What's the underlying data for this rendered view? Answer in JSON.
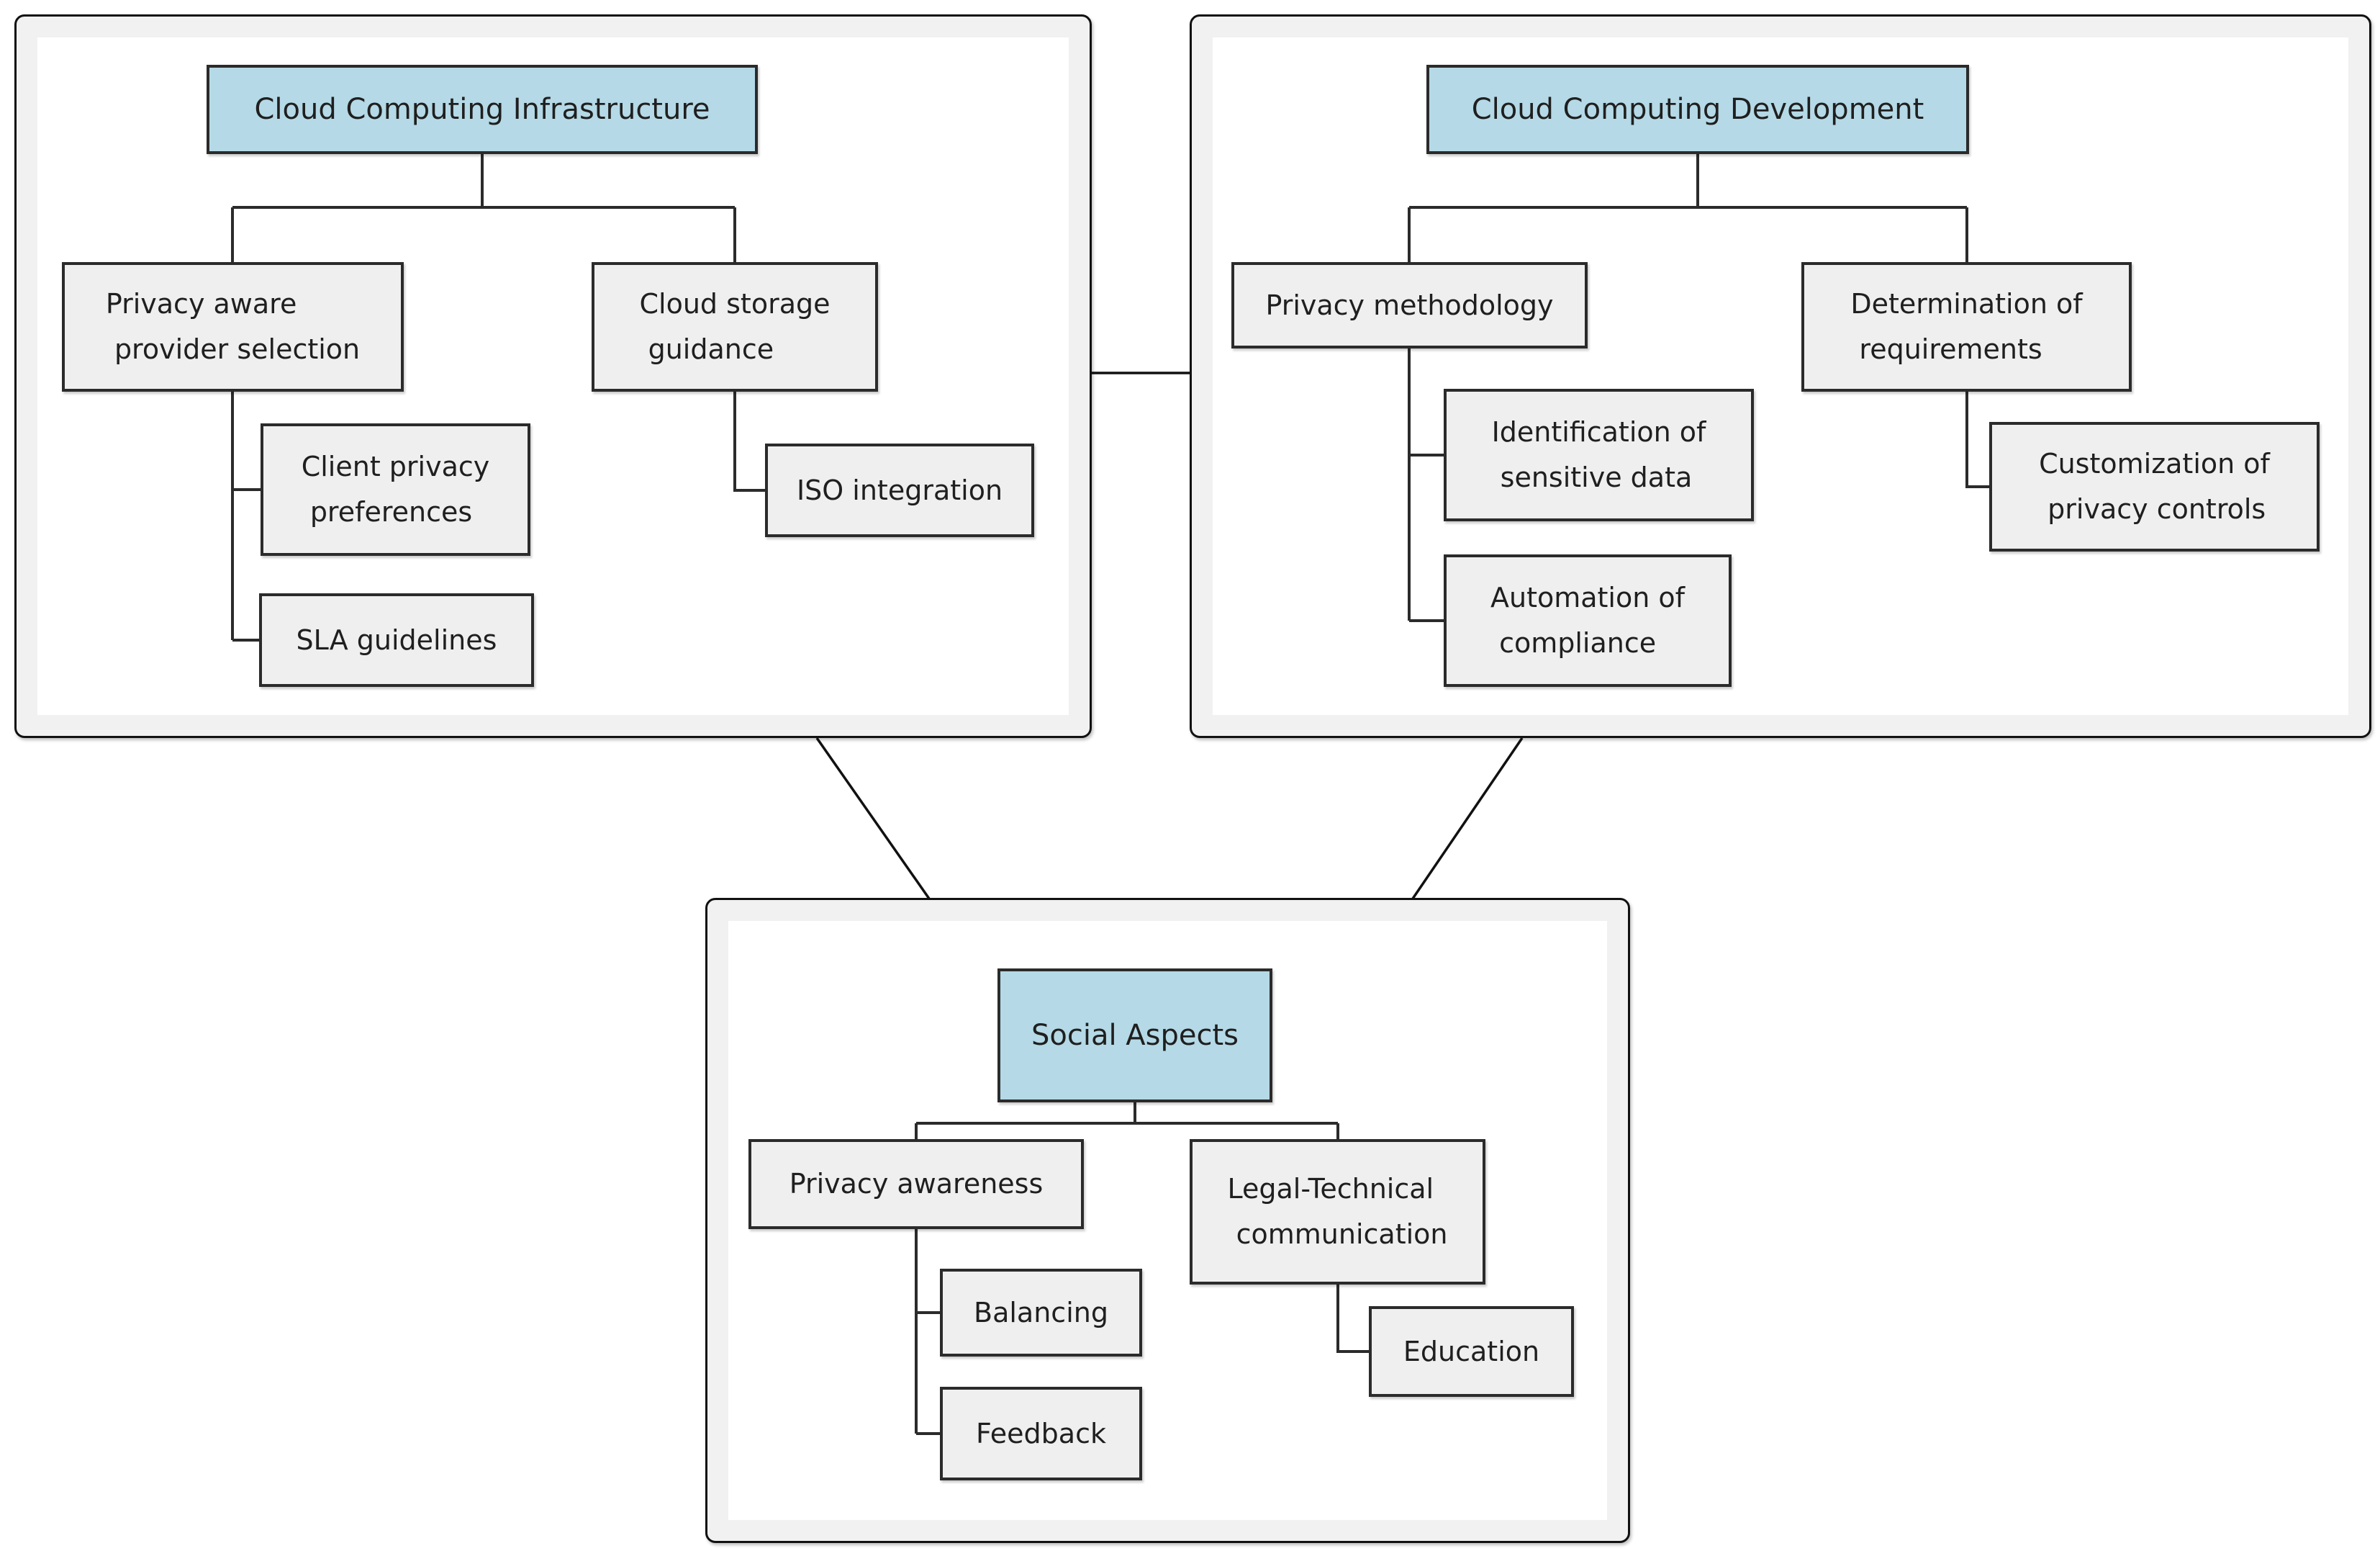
{
  "colors": {
    "page_background": "#ffffff",
    "panel_fill": "#f1f1f1",
    "panel_border": "#111111",
    "node_fill": "#efefef",
    "node_border": "#2b2b2b",
    "title_fill": "#b5d9e6",
    "connector": "#2b2b2b",
    "text": "#1f1f1f"
  },
  "links_between_panels": [
    [
      "Cloud Computing Infrastructure",
      "Cloud Computing Development"
    ],
    [
      "Cloud Computing Infrastructure",
      "Social Aspects"
    ],
    [
      "Cloud Computing Development",
      "Social Aspects"
    ]
  ],
  "panels": [
    {
      "title": "Cloud Computing Infrastructure",
      "children": [
        {
          "label": "Privacy aware\n provider selection",
          "children": [
            {
              "label": "Client privacy\n preferences"
            },
            {
              "label": "SLA guidelines"
            }
          ]
        },
        {
          "label": "Cloud storage\n guidance",
          "children": [
            {
              "label": "ISO integration"
            }
          ]
        }
      ]
    },
    {
      "title": "Cloud Computing Development",
      "children": [
        {
          "label": "Privacy methodology",
          "children": [
            {
              "label": "Identification of\n sensitive data"
            },
            {
              "label": "Automation of\n compliance"
            }
          ]
        },
        {
          "label": "Determination of\n requirements",
          "children": [
            {
              "label": "Customization of\n privacy controls"
            }
          ]
        }
      ]
    },
    {
      "title": "Social Aspects",
      "children": [
        {
          "label": "Privacy awareness",
          "children": [
            {
              "label": "Balancing"
            },
            {
              "label": "Feedback"
            }
          ]
        },
        {
          "label": "Legal-Technical\n communication",
          "children": [
            {
              "label": "Education"
            }
          ]
        }
      ]
    }
  ]
}
